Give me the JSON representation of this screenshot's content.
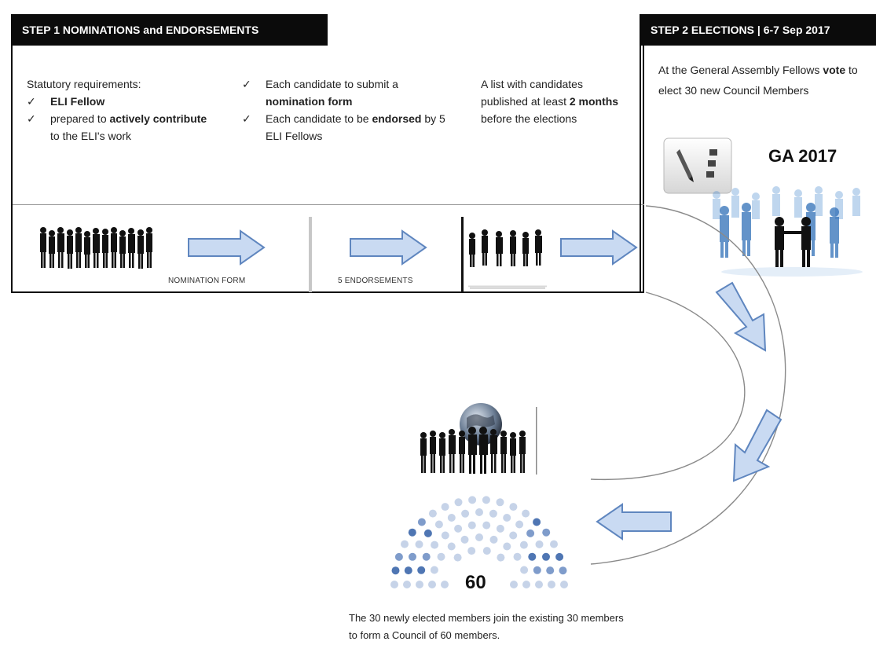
{
  "step1": {
    "header": "STEP 1 NOMINATIONS and ENDORSEMENTS",
    "col1": {
      "intro": "Statutory requirements:",
      "item1_bold": "ELI Fellow",
      "item2_pre": "prepared to ",
      "item2_bold": "actively contribute",
      "item2_post": " to the ELI's work"
    },
    "col2": {
      "item1_pre": "Each candidate to submit a ",
      "item1_bold": "nomination form",
      "item2_pre": "Each candidate to be ",
      "item2_bold": "endorsed",
      "item2_post": " by 5 ELI Fellows"
    },
    "col3": {
      "pre": "A list with candidates published at least ",
      "bold": "2 months",
      "post": " before the elections"
    },
    "caption_nomination": "NOMINATION FORM",
    "caption_endorsements": "5 ENDORSEMENTS",
    "check_glyph": "✓"
  },
  "step2": {
    "header": "STEP 2 ELECTIONS | 6-7 Sep 2017",
    "text_pre": "At the General Assembly Fellows ",
    "text_bold": "vote",
    "text_post": " to elect 30 new Council Members",
    "ga_label": "GA 2017"
  },
  "result": {
    "count": "60",
    "text": "The 30 newly elected members join the existing 30 members to form a Council of 60 members."
  },
  "colors": {
    "arrow_fill": "#c9daf2",
    "arrow_stroke": "#5f86bf",
    "dot_dark": "#4f76b3",
    "dot_mid": "#7f9ccb",
    "dot_light": "#c6d3e8"
  }
}
